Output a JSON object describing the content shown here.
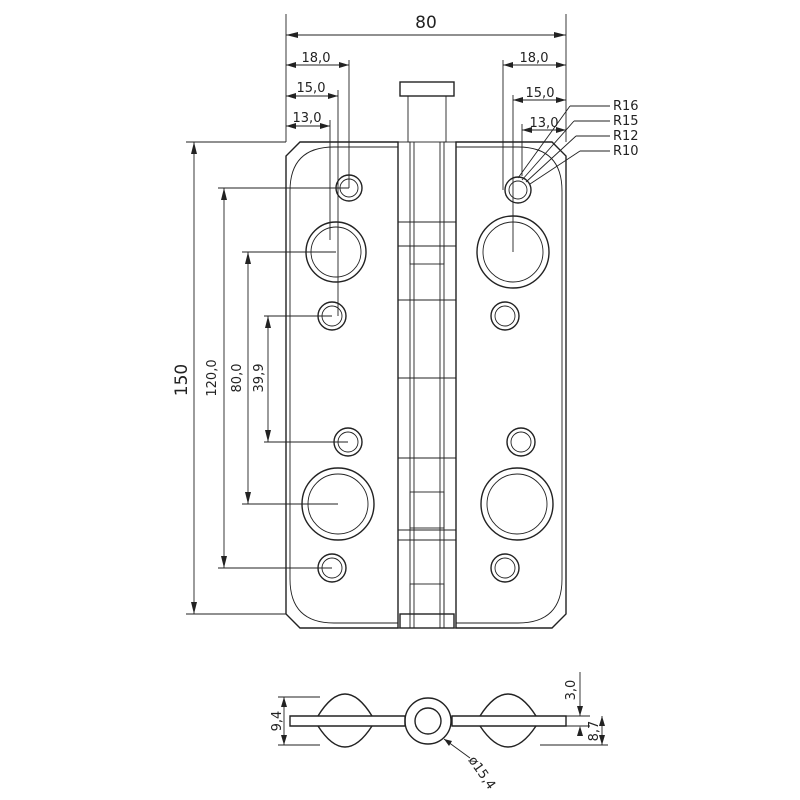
{
  "dimensions": {
    "width_total": "80",
    "height_total": "150",
    "left_18": "18,0",
    "left_15": "15,0",
    "left_13": "13,0",
    "right_18": "18,0",
    "right_15": "15,0",
    "right_13": "13,0",
    "v_120": "120,0",
    "v_80": "80,0",
    "v_39_9": "39,9",
    "radius_16": "R16",
    "radius_15": "R15",
    "radius_12": "R12",
    "radius_10": "R10",
    "side_9_4": "9,4",
    "side_3_0": "3,0",
    "side_8_7": "8,7",
    "pin_diameter": "ø15,4"
  },
  "colors": {
    "line": "#222222",
    "background": "#ffffff"
  }
}
